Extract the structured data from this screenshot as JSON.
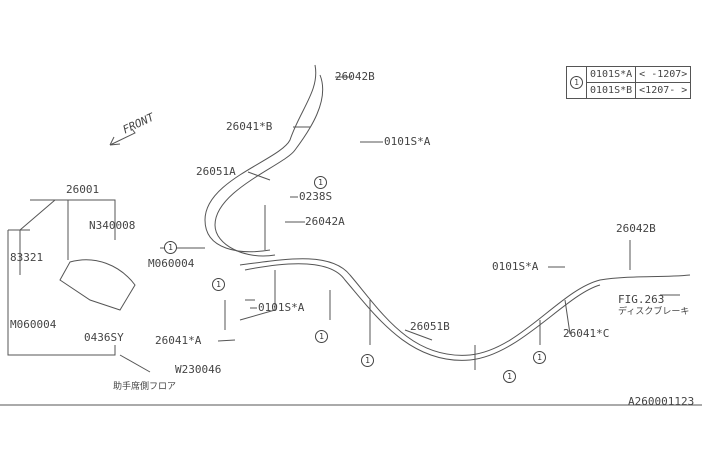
{
  "legend_table": {
    "ref": "1",
    "rows": [
      {
        "part": "0101S*A",
        "range": "< -1207>"
      },
      {
        "part": "0101S*B",
        "range": "<1207- >"
      }
    ]
  },
  "front_label": "FRONT",
  "labels": {
    "p26042B_top": "26042B",
    "p26041B": "26041*B",
    "p0101SA_1": "0101S*A",
    "p26051A": "26051A",
    "p0238S": "0238S",
    "p26042A": "26042A",
    "p26001": "26001",
    "pN340008": "N340008",
    "p83321": "83321",
    "pM060004_1": "M060004",
    "pM060004_2": "M060004",
    "p0436SY": "0436SY",
    "pW230046": "W230046",
    "floor_note": "助手席側フロア",
    "p0101SA_2": "0101S*A",
    "p26041A": "26041*A",
    "p26051B": "26051B",
    "p0101SA_3": "0101S*A",
    "p26042B_right": "26042B",
    "fig_ref": "FIG.263",
    "fig_note": "ディスクブレーキ",
    "p26041C": "26041*C"
  },
  "ref_mark": "1",
  "drawing_id": "A260001123"
}
